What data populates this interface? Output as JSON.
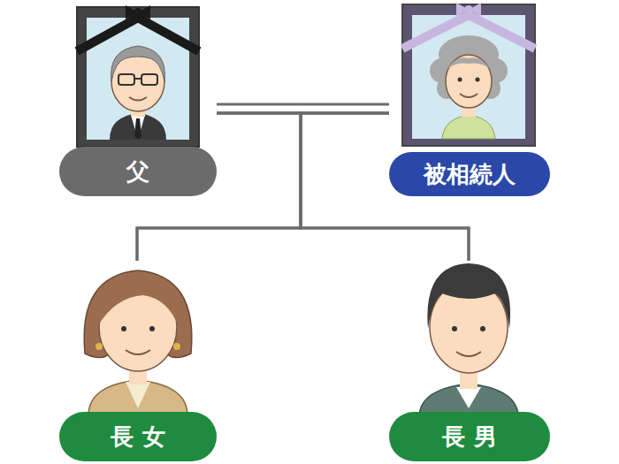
{
  "diagram": {
    "nodes": [
      {
        "text": [
          "父"
        ]
      },
      {
        "text": [
          "被相続人"
        ]
      },
      {
        "text": [
          "長女"
        ]
      },
      {
        "text": [
          "長男"
        ]
      }
    ],
    "edges": [
      {
        "from": 0,
        "to": 1,
        "arrow": "none"
      },
      {
        "from": 0,
        "to": 2,
        "arrow": "none"
      },
      {
        "from": 0,
        "to": 3,
        "arrow": "none"
      },
      {
        "from": 1,
        "to": 2,
        "arrow": "none"
      },
      {
        "from": 1,
        "to": 3,
        "arrow": "none"
      }
    ]
  }
}
